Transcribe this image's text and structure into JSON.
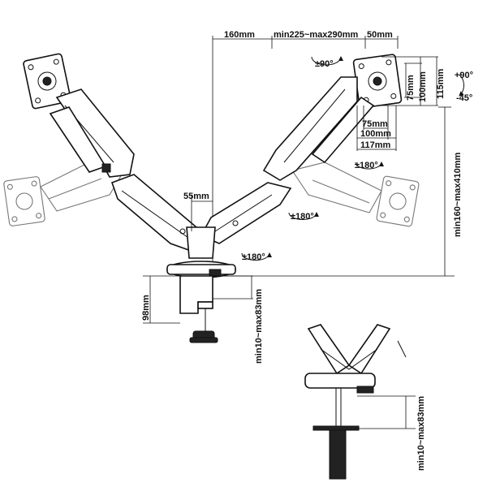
{
  "dimensions": {
    "top_arm_span": "160mm",
    "top_arm_range": "min225~max290mm",
    "top_offset": "50mm",
    "center_gap": "55mm",
    "vesa_75_v": "75mm",
    "vesa_100_v": "100mm",
    "vesa_115_v": "115mm",
    "vesa_75_h": "75mm",
    "vesa_100_h": "100mm",
    "vesa_117_h": "117mm",
    "height_range": "min160~max410mm",
    "clamp_height": "98mm",
    "desk_thickness": "min10~max83mm",
    "grommet_thickness": "min10~max83mm"
  },
  "rotations": {
    "rotate_90": "±90°",
    "tilt_up": "+90°",
    "tilt_down": "-45°",
    "swivel_180_a": "±180°",
    "swivel_180_b": "±180°",
    "swivel_180_c": "±180°"
  }
}
